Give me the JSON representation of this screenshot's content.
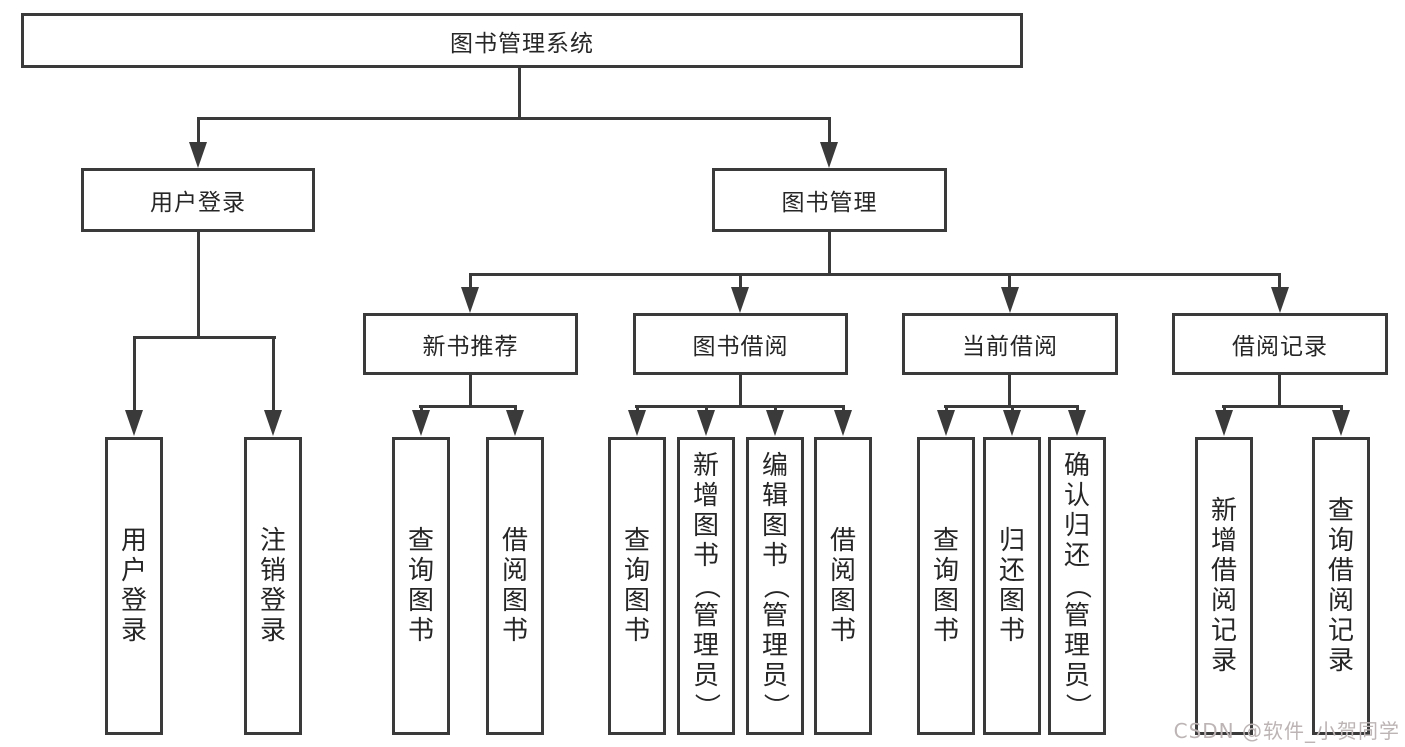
{
  "diagram": {
    "root": {
      "label": "图书管理系统"
    },
    "branches": [
      {
        "label": "用户登录",
        "children": [
          {
            "label": "用户登录"
          },
          {
            "label": "注销登录"
          }
        ]
      },
      {
        "label": "图书管理",
        "sections": [
          {
            "label": "新书推荐",
            "children": [
              {
                "label": "查询图书"
              },
              {
                "label": "借阅图书"
              }
            ]
          },
          {
            "label": "图书借阅",
            "children": [
              {
                "label": "查询图书"
              },
              {
                "label": "新增图书（管理员）"
              },
              {
                "label": "编辑图书（管理员）"
              },
              {
                "label": "借阅图书"
              }
            ]
          },
          {
            "label": "当前借阅",
            "children": [
              {
                "label": "查询图书"
              },
              {
                "label": "归还图书"
              },
              {
                "label": "确认归还（管理员）"
              }
            ]
          },
          {
            "label": "借阅记录",
            "children": [
              {
                "label": "新增借阅记录"
              },
              {
                "label": "查询借阅记录"
              }
            ]
          }
        ]
      }
    ]
  },
  "watermark": {
    "text": "CSDN @软件_小贺同学",
    "color": "#bdb5b5"
  },
  "colors": {
    "line": "#3a3a3a",
    "text": "#262626",
    "background": "#ffffff"
  }
}
